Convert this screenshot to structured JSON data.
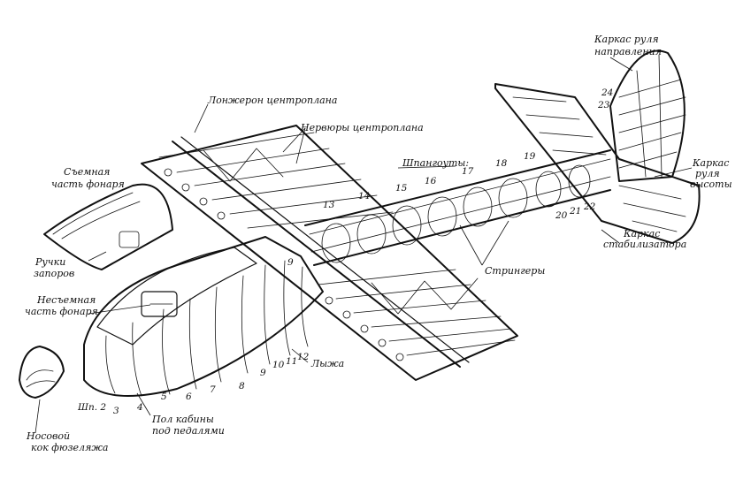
{
  "labels": {
    "wing_spar": "Лонжерон центроплана",
    "wing_ribs": "Нервюры центроплана",
    "rudder_frame_1": "Каркас руля",
    "rudder_frame_2": "направления",
    "frames": "Шпангоуты:",
    "elevator_frame_1": "Каркас",
    "elevator_frame_2": "руля",
    "elevator_frame_3": "высоты",
    "stabilizer_frame_1": "Каркас",
    "stabilizer_frame_2": "стабилизатора",
    "removable_canopy_1": "Съемная",
    "removable_canopy_2": "часть фонаря",
    "lock_handles_1": "Ручки",
    "lock_handles_2": "запоров",
    "fixed_canopy_1": "Несъемная",
    "fixed_canopy_2": "часть фонаря",
    "stringers": "Стрингеры",
    "skid": "Лыжа",
    "cabin_floor_1": "Пол кабины",
    "cabin_floor_2": "под педалями",
    "nose_cap_1": "Носовой",
    "nose_cap_2": "кок фюзеляжа",
    "frame_prefix": "Шп. 2"
  },
  "frame_numbers": [
    "3",
    "4",
    "5",
    "6",
    "7",
    "8",
    "9",
    "10",
    "11",
    "12",
    "13",
    "14",
    "15",
    "16",
    "17",
    "18",
    "19",
    "20",
    "21",
    "22",
    "23",
    "24",
    "9"
  ]
}
